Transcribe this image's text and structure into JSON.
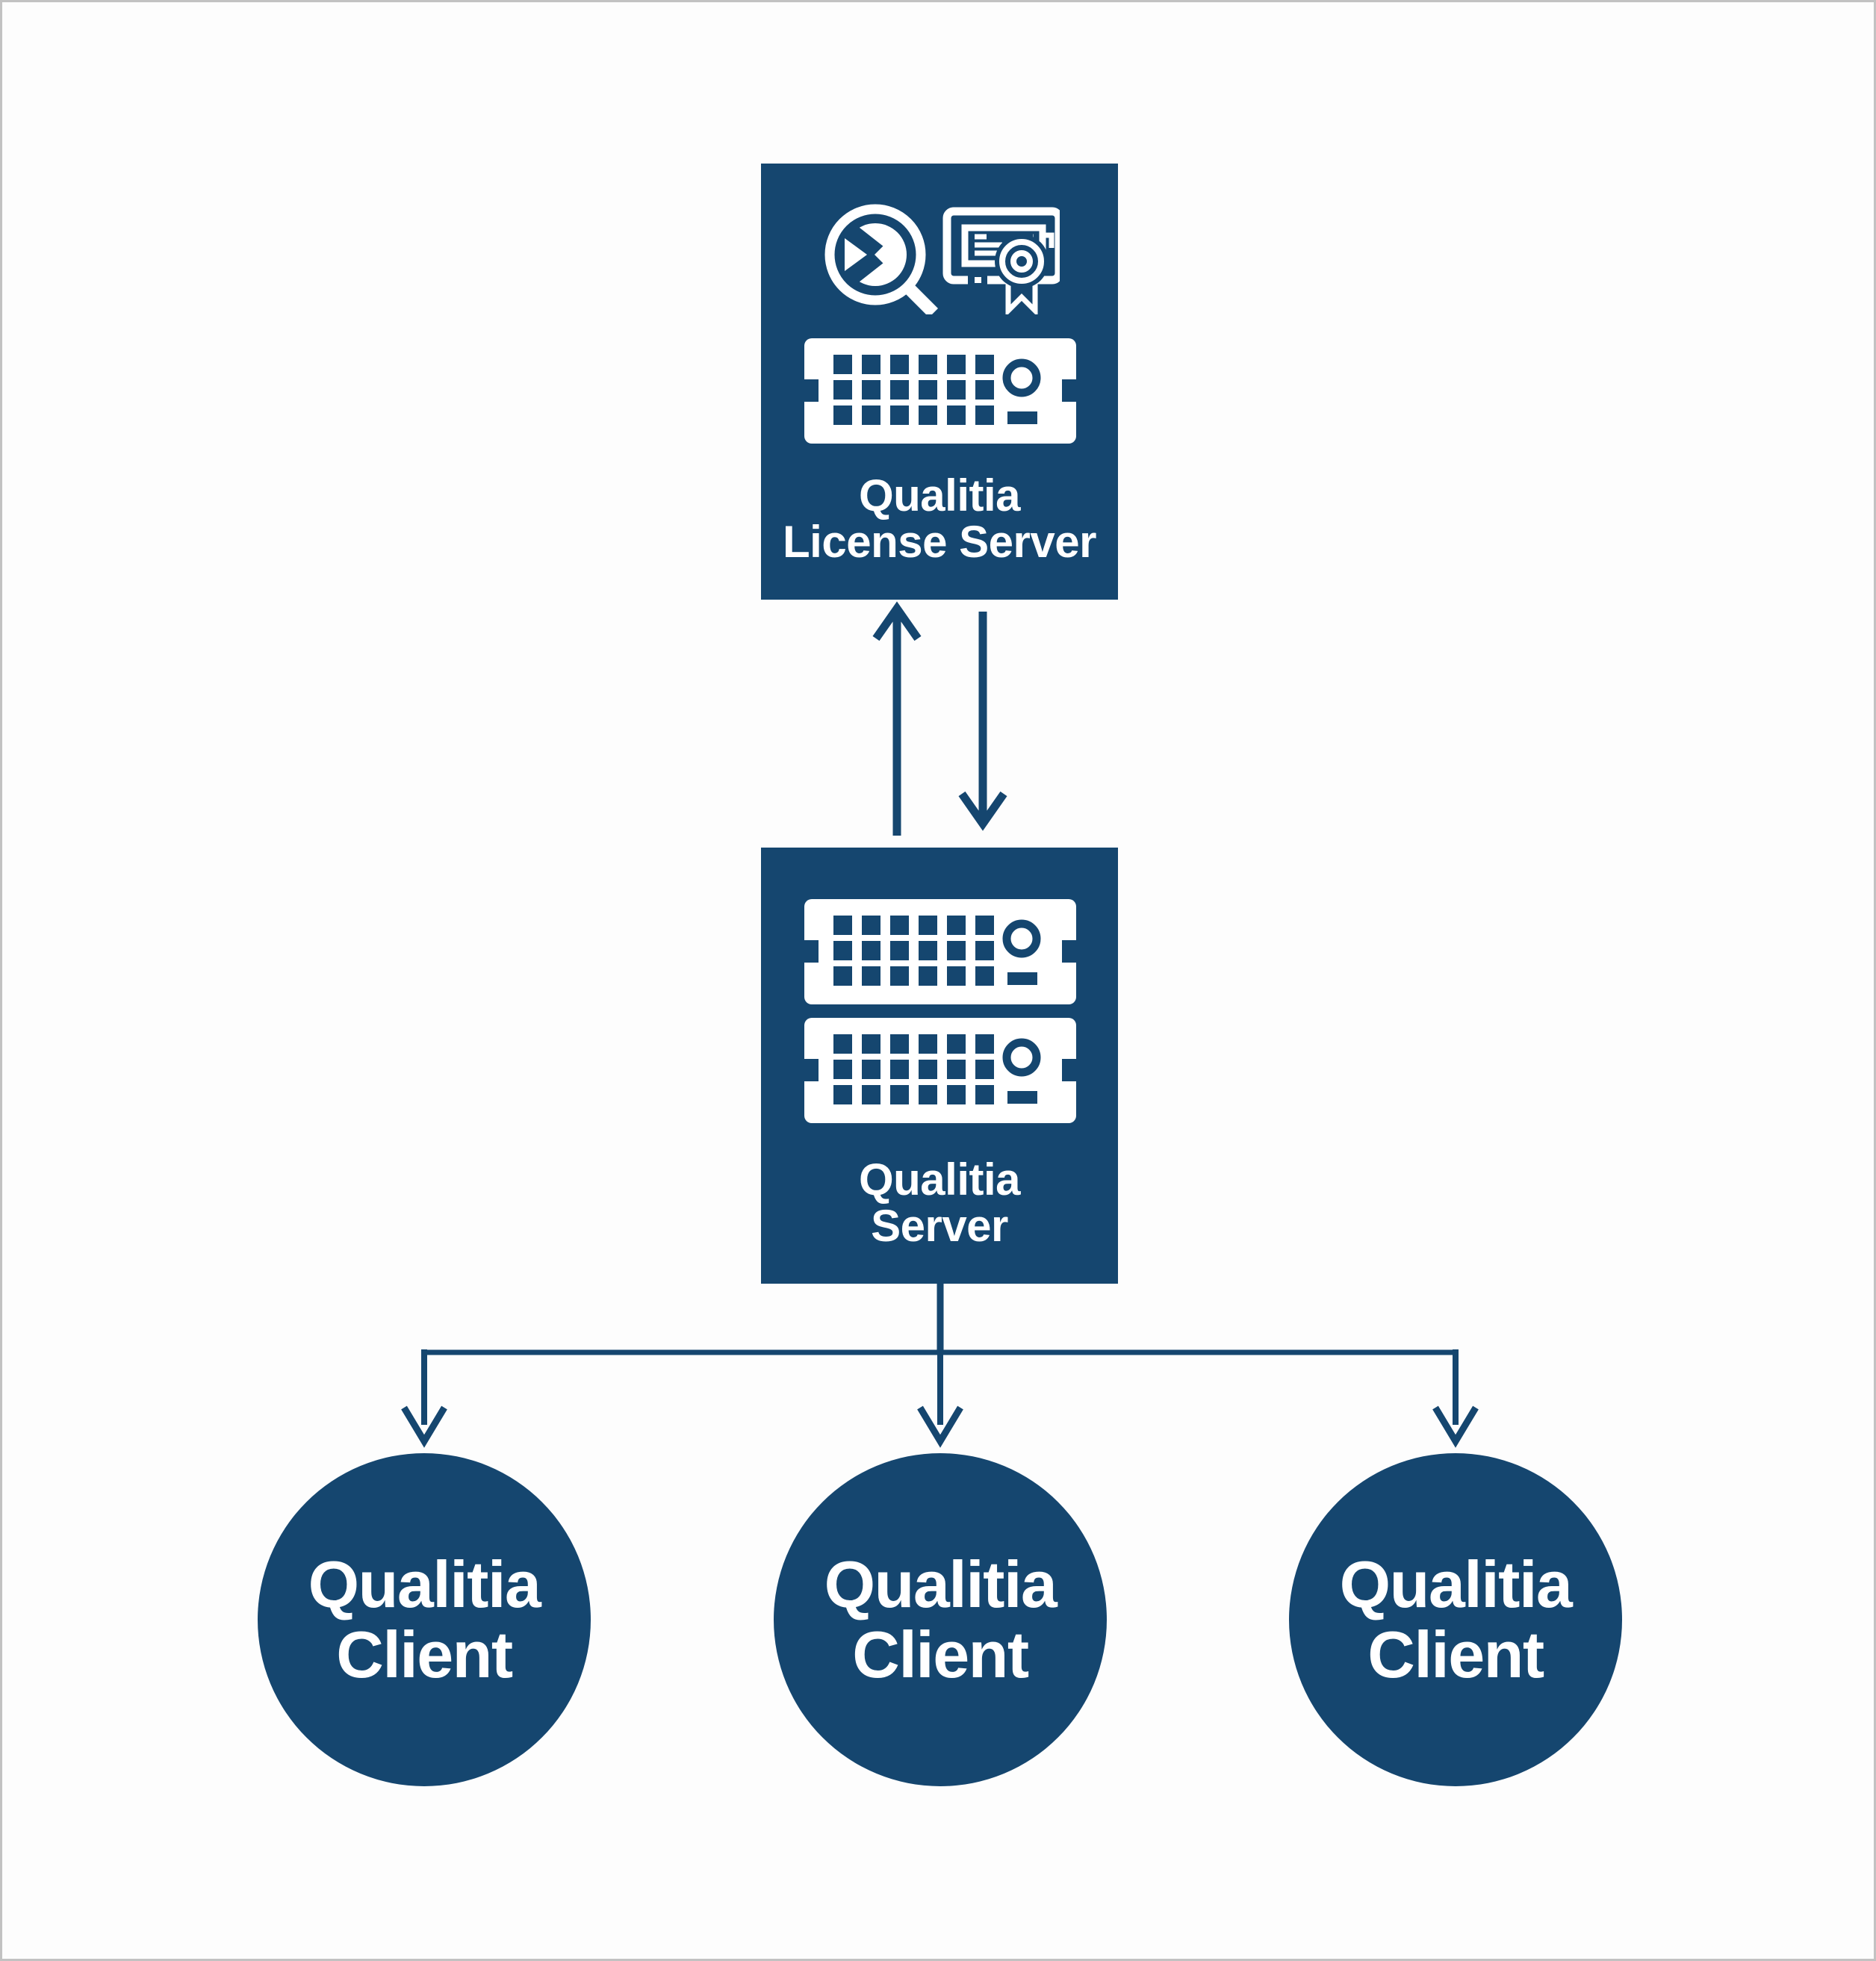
{
  "colors": {
    "navy": "#15466F",
    "white": "#FFFFFF",
    "bg": "#FDFDFD",
    "border": "#C2C2C2"
  },
  "nodes": {
    "license_server": {
      "lines": [
        "Qualitia",
        "License Server"
      ],
      "icons": [
        "qualitia-logo-icon",
        "certificate-icon",
        "server-rack-icon"
      ]
    },
    "server": {
      "lines": [
        "Qualitia",
        "Server"
      ],
      "icons": [
        "server-rack-icon",
        "server-rack-icon"
      ]
    },
    "clients": [
      {
        "lines": [
          "Qualitia",
          "Client"
        ]
      },
      {
        "lines": [
          "Qualitia",
          "Client"
        ]
      },
      {
        "lines": [
          "Qualitia",
          "Client"
        ]
      }
    ]
  },
  "edges": [
    {
      "from": "qualitia-server",
      "to": "qualitia-license-server",
      "style": "arrow-up"
    },
    {
      "from": "qualitia-license-server",
      "to": "qualitia-server",
      "style": "arrow-down"
    },
    {
      "from": "qualitia-server",
      "to": "qualitia-client-1",
      "style": "arrow-down"
    },
    {
      "from": "qualitia-server",
      "to": "qualitia-client-2",
      "style": "arrow-down"
    },
    {
      "from": "qualitia-server",
      "to": "qualitia-client-3",
      "style": "arrow-down"
    }
  ]
}
